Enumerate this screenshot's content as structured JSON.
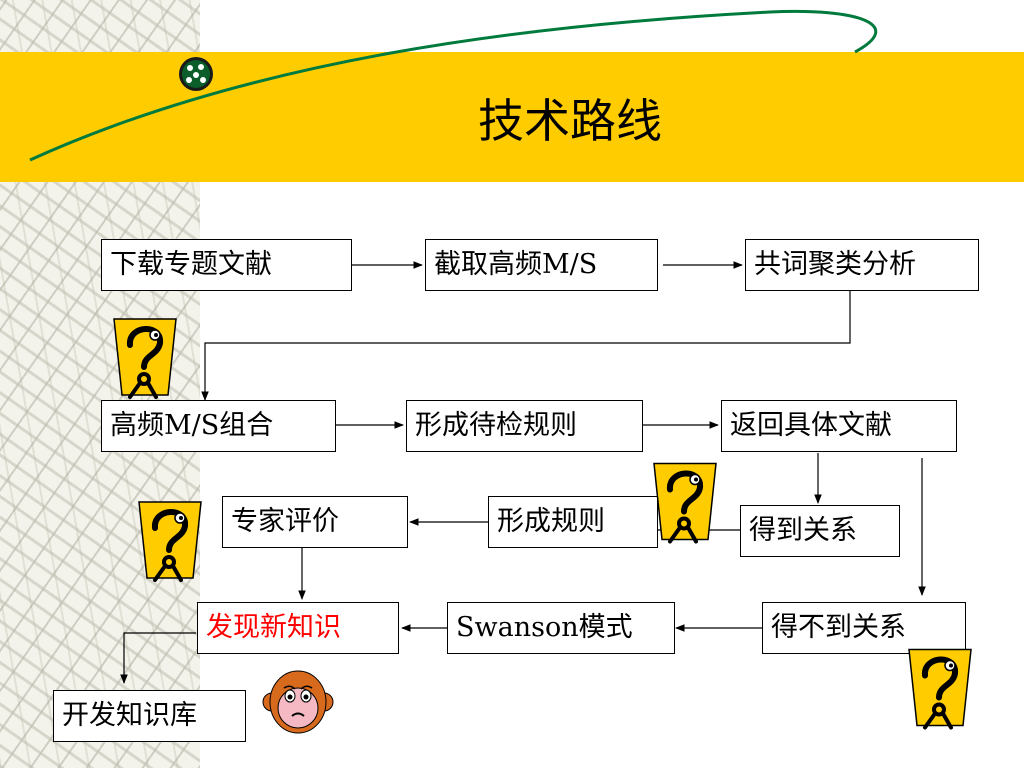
{
  "title": "技术路线",
  "colors": {
    "banner": "#ffcc00",
    "curve": "#007a3d",
    "highlight_text": "#ff0000",
    "mascot_fill": "#ffcc00"
  },
  "icons": [
    "question-mark-mascot-icon",
    "monkey-face-icon",
    "green-dot-cluster-icon"
  ],
  "nodes": {
    "download": "下载专题文献",
    "extract": "截取高频M/S",
    "cowords": "共词聚类分析",
    "combine": "高频M/S组合",
    "form_pending": "形成待检规则",
    "return_docs": "返回具体文献",
    "expert": "专家评价",
    "form_rules": "形成规则",
    "got_relation": "得到关系",
    "discover": "发现新知识",
    "swanson": "Swanson模式",
    "no_relation": "得不到关系",
    "knowledge_base": "开发知识库"
  }
}
